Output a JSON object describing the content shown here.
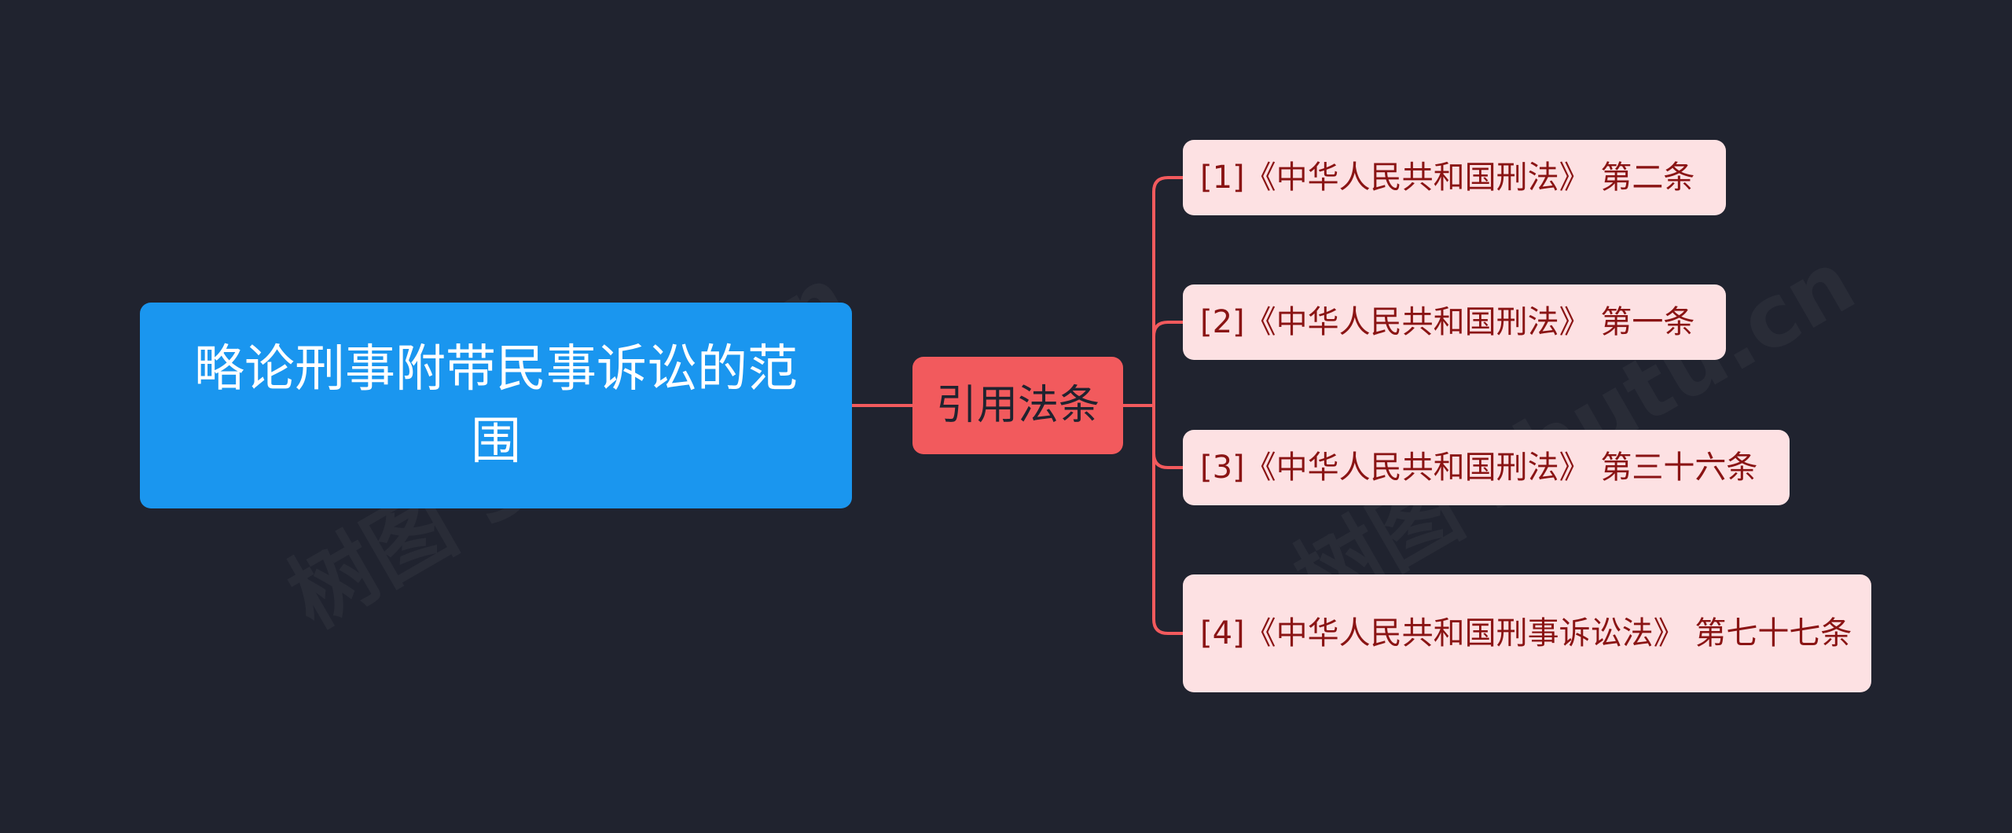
{
  "root": {
    "label": "略论刑事附带民事诉讼的范围"
  },
  "branch": {
    "label": "引用法条"
  },
  "leaves": [
    {
      "label": "[1]《中华人民共和国刑法》 第二条"
    },
    {
      "label": "[2]《中华人民共和国刑法》 第一条"
    },
    {
      "label": "[3]《中华人民共和国刑法》 第三十六条"
    },
    {
      "label": "[4]《中华人民共和国刑事诉讼法》 第七十七条"
    }
  ],
  "watermarks": [
    {
      "text": "树图 shutu.cn"
    },
    {
      "text": "树图 shutu.cn"
    }
  ],
  "colors": {
    "background": "#20232f",
    "root_fill": "#1a96ef",
    "branch_fill": "#f25a5d",
    "leaf_fill": "#fde1e3",
    "leaf_text": "#8a1414",
    "connector": "#f25a5d"
  }
}
